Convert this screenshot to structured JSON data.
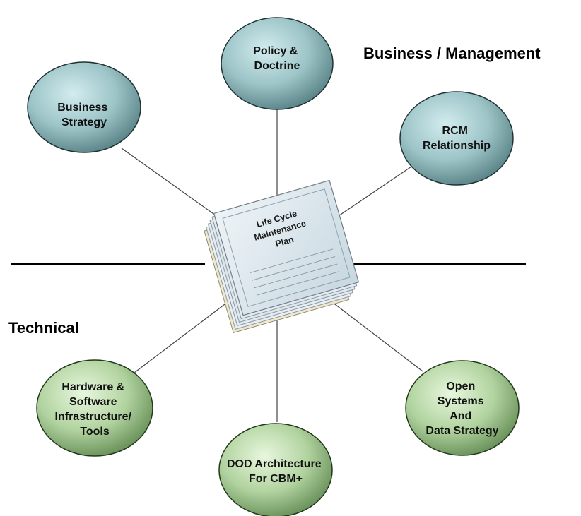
{
  "sections": {
    "business": "Business / Management",
    "technical": "Technical"
  },
  "center_document": {
    "title_lines": [
      "Life Cycle",
      "Maintenance",
      "Plan"
    ]
  },
  "nodes": {
    "policy": [
      "Policy &",
      "Doctrine"
    ],
    "business_strategy": [
      "Business",
      "Strategy"
    ],
    "rcm": [
      "RCM",
      "Relationship"
    ],
    "hardware": [
      "Hardware &",
      "Software",
      "Infrastructure/",
      "Tools"
    ],
    "dod": [
      "DOD Architecture",
      "For CBM+"
    ],
    "open_systems": [
      "Open",
      "Systems",
      "And",
      "Data Strategy"
    ]
  },
  "colors": {
    "business_node_light": "#c9e4e6",
    "business_node_dark": "#5f9296",
    "technical_node_light": "#dff2d3",
    "technical_node_dark": "#6f9a5f",
    "divider": "#000000",
    "connector": "#444444",
    "document_cover": "#dbe7ee"
  }
}
